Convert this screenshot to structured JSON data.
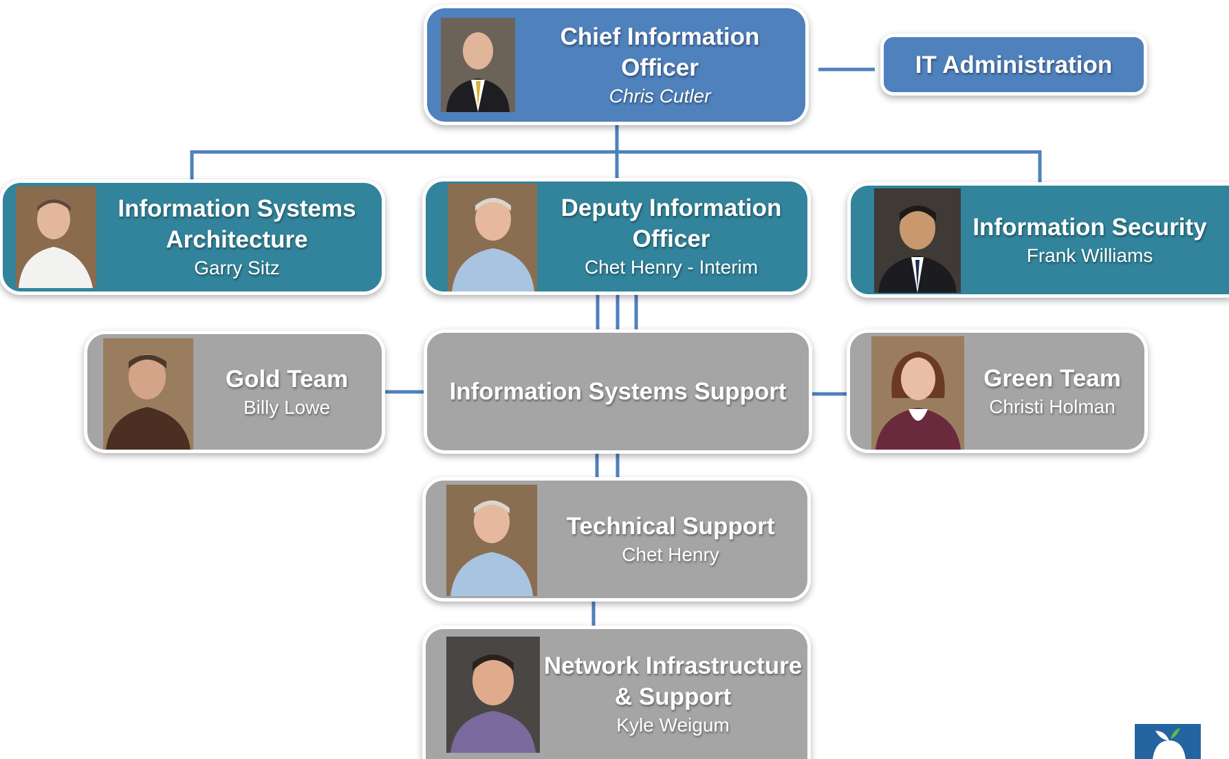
{
  "org_chart": {
    "cio": {
      "title": "Chief Information Officer",
      "name": "Chris Cutler"
    },
    "it_admin": {
      "title": "IT Administration"
    },
    "isa": {
      "title_line1": "Information Systems",
      "title_line2": "Architecture",
      "name": "Garry Sitz"
    },
    "dio": {
      "title_line1": "Deputy Information",
      "title_line2": "Officer",
      "name": "Chet Henry - Interim"
    },
    "infosec": {
      "title": "Information Security",
      "name": "Frank Williams"
    },
    "gold": {
      "title": "Gold Team",
      "name": "Billy Lowe"
    },
    "iss": {
      "title": "Information Systems Support"
    },
    "green": {
      "title": "Green Team",
      "name": "Christi Holman"
    },
    "tech": {
      "title": "Technical Support",
      "name": "Chet Henry"
    },
    "net": {
      "title_line1": "Network Infrastructure",
      "title_line2": "& Support",
      "name": "Kyle Weigum"
    }
  },
  "colors": {
    "executive_blue": "#4f81bd",
    "division_teal": "#31849b",
    "support_grey": "#a5a5a5",
    "connector": "#4f81bd"
  },
  "icons": {
    "portraits": "person-photo",
    "corner_logo": "apple-leaf-logo"
  }
}
